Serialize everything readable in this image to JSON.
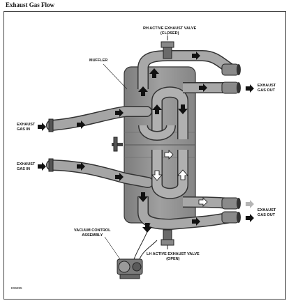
{
  "page": {
    "title": "Exhaust Gas Flow"
  },
  "labels": {
    "rh_valve": [
      "RH ACTIVE EXHAUST VALVE",
      "(CLOSED)"
    ],
    "muffler": "MUFFLER",
    "gas_in_upper": [
      "EXHAUST",
      "GAS IN"
    ],
    "gas_in_lower": [
      "EXHAUST",
      "GAS IN"
    ],
    "gas_out_upper": [
      "EXHAUST",
      "GAS OUT"
    ],
    "gas_out_lower": [
      "EXHAUST",
      "GAS OUT"
    ],
    "vacuum": [
      "VACUUM CONTROL",
      "ASSEMBLY"
    ],
    "lh_valve": [
      "LH ACTIVE EXHAUST VALVE",
      "(OPEN)"
    ],
    "ref_code": "E96895"
  },
  "colors": {
    "pipe": "#9a9a9a",
    "pipe_outline": "#333333",
    "muffler": "#8c8c8c",
    "arrow": "#111111",
    "arrow_faded": "#b5b5b5"
  }
}
